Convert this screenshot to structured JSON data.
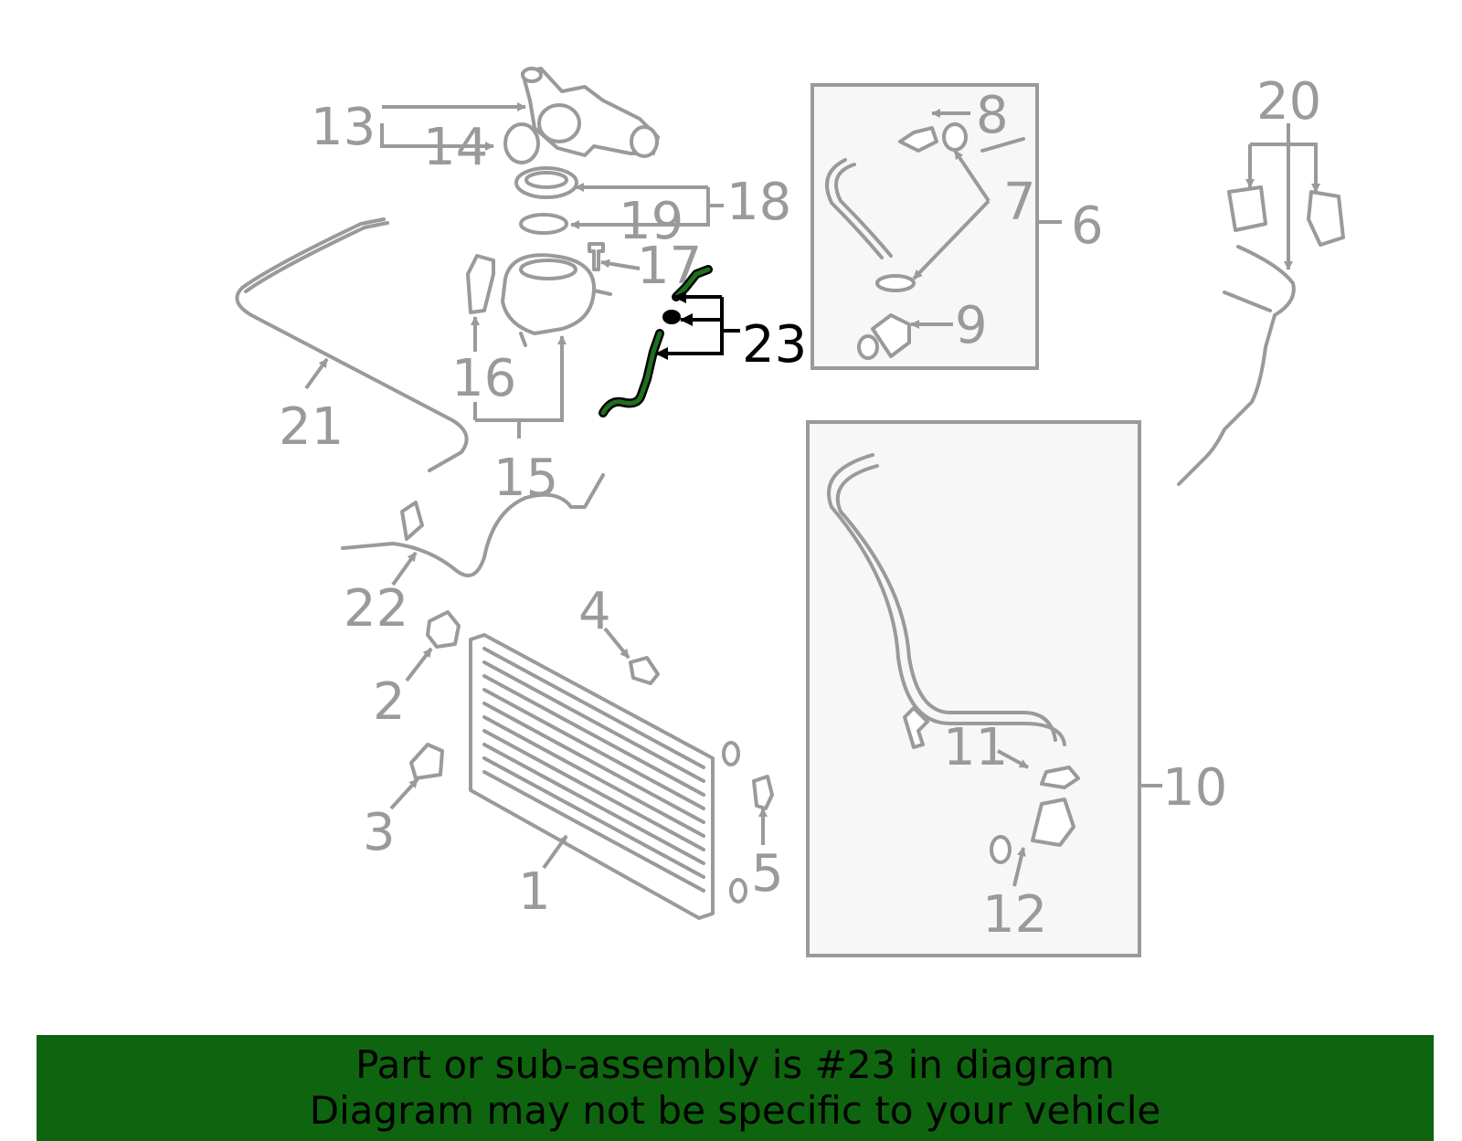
{
  "colors": {
    "banner": "#0f640f",
    "highlight": "#1e6f1e",
    "part_line": "#9a9a9a",
    "highlight_label": "#000000"
  },
  "labels": {
    "l1": "1",
    "l2": "2",
    "l3": "3",
    "l4": "4",
    "l5": "5",
    "l6": "6",
    "l7": "7",
    "l8": "8",
    "l9": "9",
    "l10": "10",
    "l11": "11",
    "l12": "12",
    "l13": "13",
    "l14": "14",
    "l15": "15",
    "l16": "16",
    "l17": "17",
    "l18": "18",
    "l19": "19",
    "l20": "20",
    "l21": "21",
    "l22": "22",
    "l23": "23"
  },
  "footer": {
    "line1": "Part or sub-assembly is #23 in diagram",
    "line2": "Diagram may not be specific to your vehicle"
  }
}
